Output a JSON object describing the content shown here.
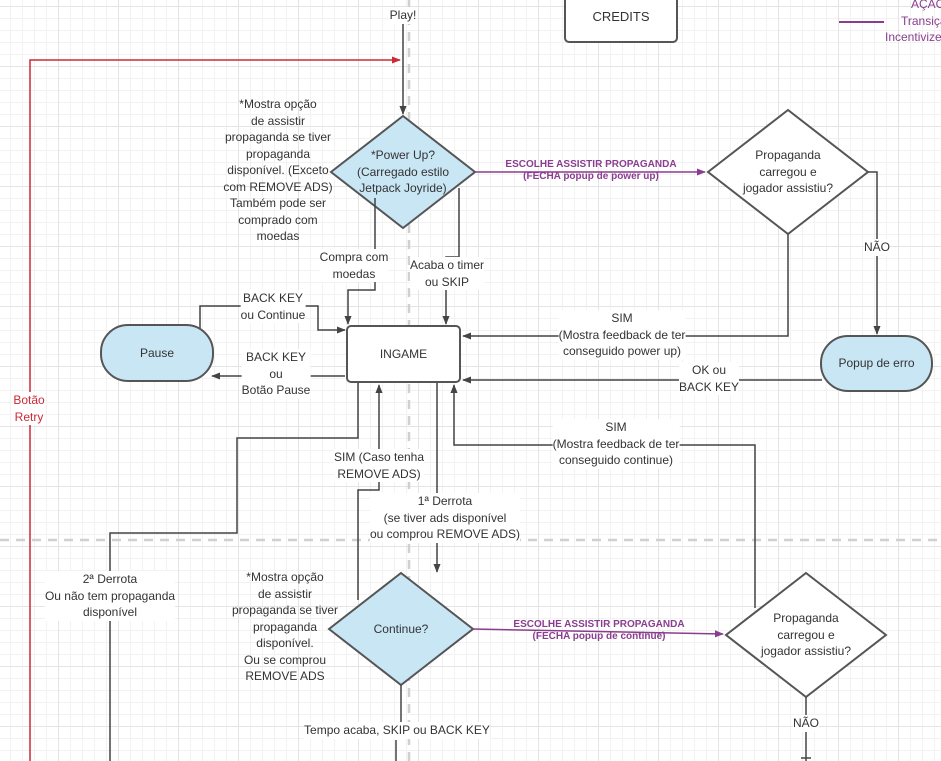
{
  "nodes": {
    "credits": "CREDITS",
    "powerup": "*Power Up?\n(Carregado estilo\nJetpack Joyride)",
    "propaganda1": "Propaganda\ncarregou e\njogador assistiu?",
    "pause": "Pause",
    "ingame": "INGAME",
    "popup_erro": "Popup de erro",
    "continue": "Continue?",
    "propaganda2": "Propaganda\ncarregou e\njogador assistiu?"
  },
  "labels": {
    "play": "Play!",
    "note_powerup": "*Mostra opção\nde assistir\npropaganda se tiver\npropaganda\ndisponível. (Exceto\ncom REMOVE ADS)\nTambém pode ser\ncomprado com\nmoedas",
    "escolhe1": "ESCOLHE ASSISTIR PROPAGANDA\n(FECHA popup de power up)",
    "nao1": "NÃO",
    "compra_moedas": "Compra com\nmoedas",
    "acaba_timer": "Acaba o timer\nou SKIP",
    "back_continue": "BACK KEY\nou Continue",
    "back_pause": "BACK KEY\nou\nBotão Pause",
    "sim_powerup": "SIM\n(Mostra feedback de ter\nconseguido power up)",
    "ok_back": "OK ou\nBACK KEY",
    "botao_retry": "Botão\nRetry",
    "sim_continue": "SIM\n(Mostra feedback de ter\nconseguido continue)",
    "sim_remove_ads": "SIM (Caso tenha\nREMOVE ADS)",
    "derrota1": "1ª Derrota\n(se tiver ads disponível\nou comprou REMOVE ADS)",
    "derrota2": "2ª Derrota\nOu não tem propaganda\ndisponível",
    "note_continue": "*Mostra opção\nde assistir\npropaganda se tiver\npropaganda\ndisponível.\nOu se comprou\nREMOVE ADS",
    "escolhe2": "ESCOLHE ASSISTIR PROPAGANDA\n(FECHA popup de continue)",
    "nao2": "NÃO",
    "tempo_acaba": "Tempo acaba, SKIP ou BACK KEY"
  },
  "legend": {
    "line1": "AÇÃO",
    "line2": "Transição",
    "line3": "Incentivize"
  },
  "colors": {
    "node_fill": "#c9e6f5",
    "stroke": "#555555",
    "purple": "#8a3d8f",
    "red": "#cc2a36"
  }
}
